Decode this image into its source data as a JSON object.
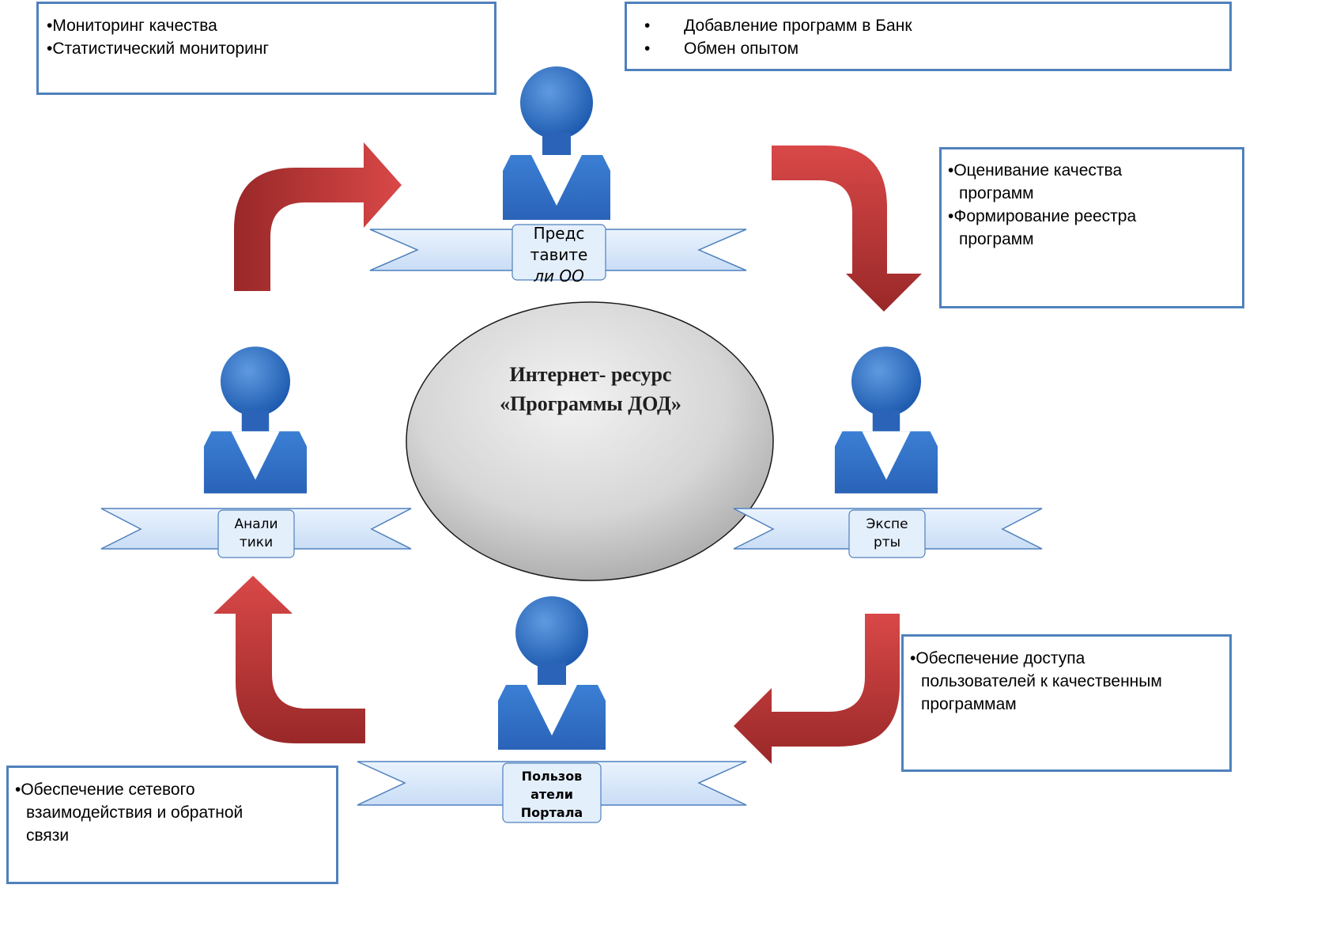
{
  "center": {
    "line1": "Интернет- ресурс",
    "line2": "«Программы ДОД»"
  },
  "roles": {
    "top": [
      "Предс",
      "тавите",
      "ли ОО"
    ],
    "left": [
      "Анали",
      "тики"
    ],
    "right": [
      "Экспе",
      "рты"
    ],
    "bottom": [
      "Пользов",
      "атели",
      "Портала"
    ]
  },
  "notes": {
    "top_left": [
      "•Мониторинг качества",
      "•Статистический мониторинг"
    ],
    "top_right": [
      {
        "bullet": "•",
        "text": "Добавление программ в Банк"
      },
      {
        "bullet": "•",
        "text": "Обмен опытом"
      }
    ],
    "right_top": [
      "•Оценивание качества",
      "программ",
      "•Формирование реестра",
      "программ"
    ],
    "right_bottom": [
      "•Обеспечение доступа",
      "пользователей к качественным",
      "программам"
    ],
    "bottom_left": [
      "•Обеспечение сетевого",
      "взаимодействия и обратной",
      "связи"
    ]
  },
  "colors": {
    "person": "#2f6fc4",
    "arrow": "#c63a3a",
    "banner": "#dbeafb",
    "note_border": "#4f81bd",
    "ellipse": "#cfcfcf"
  },
  "icons": [
    "person-icon",
    "curved-arrow-icon",
    "ribbon-banner-icon"
  ]
}
